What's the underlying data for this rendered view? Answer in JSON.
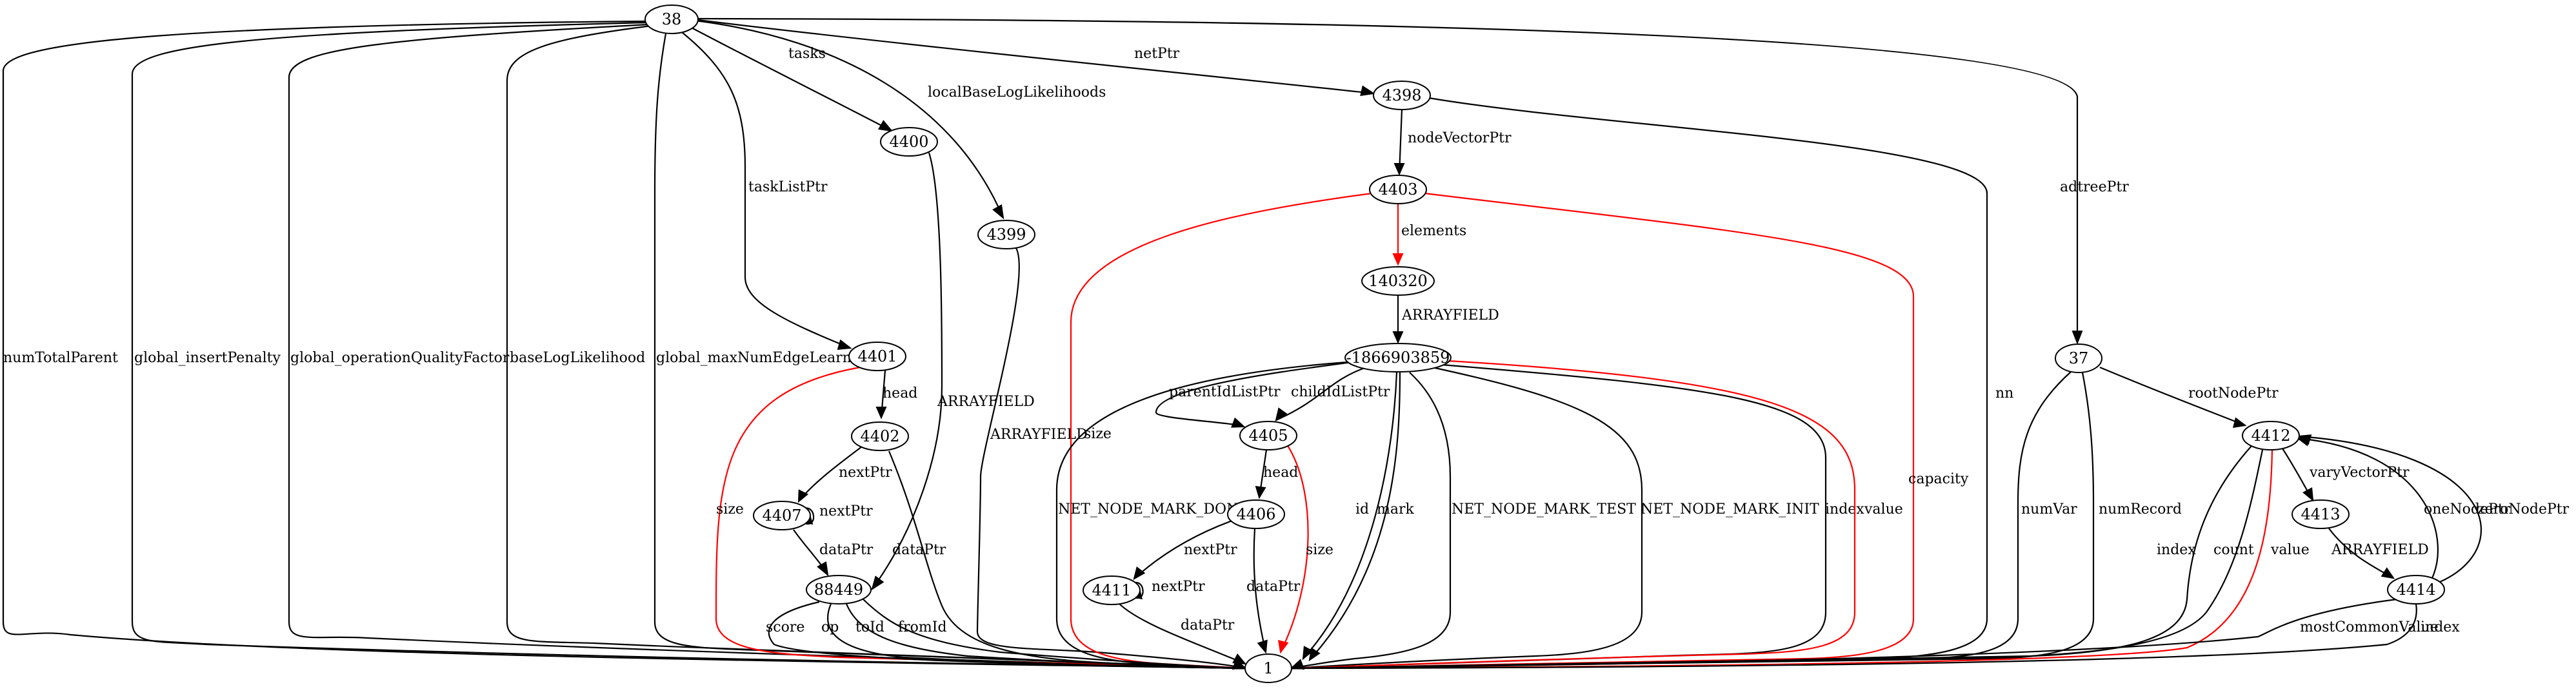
{
  "colors": {
    "default": "#000000",
    "highlight": "#ff0000"
  },
  "nodes": [
    {
      "id": "38",
      "label": "38"
    },
    {
      "id": "1",
      "label": "1"
    },
    {
      "id": "4400",
      "label": "4400"
    },
    {
      "id": "4399",
      "label": "4399"
    },
    {
      "id": "4398",
      "label": "4398"
    },
    {
      "id": "4403",
      "label": "4403"
    },
    {
      "id": "140320",
      "label": "140320"
    },
    {
      "id": "n1866903859",
      "label": "-1866903859"
    },
    {
      "id": "4401",
      "label": "4401"
    },
    {
      "id": "4402",
      "label": "4402"
    },
    {
      "id": "4407",
      "label": "4407"
    },
    {
      "id": "88449",
      "label": "88449"
    },
    {
      "id": "4405",
      "label": "4405"
    },
    {
      "id": "4406",
      "label": "4406"
    },
    {
      "id": "4411",
      "label": "4411"
    },
    {
      "id": "37",
      "label": "37"
    },
    {
      "id": "4412",
      "label": "4412"
    },
    {
      "id": "4413",
      "label": "4413"
    },
    {
      "id": "4414",
      "label": "4414"
    }
  ],
  "edges": [
    {
      "from": "38",
      "to": "1",
      "label": "numTotalParent",
      "color": "default"
    },
    {
      "from": "38",
      "to": "1",
      "label": "global_insertPenalty",
      "color": "default"
    },
    {
      "from": "38",
      "to": "1",
      "label": "global_operationQualityFactor",
      "color": "default"
    },
    {
      "from": "38",
      "to": "1",
      "label": "baseLogLikelihood",
      "color": "default"
    },
    {
      "from": "38",
      "to": "1",
      "label": "global_maxNumEdgeLearned",
      "color": "default"
    },
    {
      "from": "38",
      "to": "4401",
      "label": "taskListPtr",
      "color": "default"
    },
    {
      "from": "38",
      "to": "4400",
      "label": "tasks",
      "color": "default"
    },
    {
      "from": "38",
      "to": "4399",
      "label": "localBaseLogLikelihoods",
      "color": "default"
    },
    {
      "from": "38",
      "to": "4398",
      "label": "netPtr",
      "color": "default"
    },
    {
      "from": "38",
      "to": "37",
      "label": "adtreePtr",
      "color": "default"
    },
    {
      "from": "4400",
      "to": "88449",
      "label": "ARRAYFIELD",
      "color": "default"
    },
    {
      "from": "4399",
      "to": "1",
      "label": "ARRAYFIELD",
      "color": "default"
    },
    {
      "from": "4398",
      "to": "4403",
      "label": "nodeVectorPtr",
      "color": "default"
    },
    {
      "from": "4398",
      "to": "1",
      "label": "nn",
      "color": "default"
    },
    {
      "from": "4403",
      "to": "140320",
      "label": "elements",
      "color": "highlight"
    },
    {
      "from": "4403",
      "to": "1",
      "label": "size",
      "color": "highlight"
    },
    {
      "from": "4403",
      "to": "1",
      "label": "capacity",
      "color": "highlight"
    },
    {
      "from": "140320",
      "to": "n1866903859",
      "label": "ARRAYFIELD",
      "color": "default"
    },
    {
      "from": "n1866903859",
      "to": "4405",
      "label": "parentIdListPtr",
      "color": "default"
    },
    {
      "from": "n1866903859",
      "to": "4405",
      "label": "childIdListPtr",
      "color": "default"
    },
    {
      "from": "n1866903859",
      "to": "1",
      "label": "NET_NODE_MARK_DONE",
      "color": "default"
    },
    {
      "from": "n1866903859",
      "to": "1",
      "label": "id",
      "color": "default"
    },
    {
      "from": "n1866903859",
      "to": "1",
      "label": "mark",
      "color": "default"
    },
    {
      "from": "n1866903859",
      "to": "1",
      "label": "NET_NODE_MARK_TEST",
      "color": "default"
    },
    {
      "from": "n1866903859",
      "to": "1",
      "label": "NET_NODE_MARK_INIT",
      "color": "default"
    },
    {
      "from": "n1866903859",
      "to": "1",
      "label": "index",
      "color": "default"
    },
    {
      "from": "n1866903859",
      "to": "1",
      "label": "value",
      "color": "highlight"
    },
    {
      "from": "4401",
      "to": "4402",
      "label": "head",
      "color": "default"
    },
    {
      "from": "4401",
      "to": "1",
      "label": "size",
      "color": "highlight"
    },
    {
      "from": "4402",
      "to": "4407",
      "label": "nextPtr",
      "color": "default"
    },
    {
      "from": "4402",
      "to": "1",
      "label": "dataPtr",
      "color": "default"
    },
    {
      "from": "4407",
      "to": "4407",
      "label": "nextPtr",
      "color": "default"
    },
    {
      "from": "4407",
      "to": "88449",
      "label": "dataPtr",
      "color": "default"
    },
    {
      "from": "88449",
      "to": "1",
      "label": "score",
      "color": "default"
    },
    {
      "from": "88449",
      "to": "1",
      "label": "op",
      "color": "default"
    },
    {
      "from": "88449",
      "to": "1",
      "label": "toId",
      "color": "default"
    },
    {
      "from": "88449",
      "to": "1",
      "label": "fromId",
      "color": "default"
    },
    {
      "from": "4405",
      "to": "4406",
      "label": "head",
      "color": "default"
    },
    {
      "from": "4405",
      "to": "1",
      "label": "size",
      "color": "highlight"
    },
    {
      "from": "4406",
      "to": "4411",
      "label": "nextPtr",
      "color": "default"
    },
    {
      "from": "4406",
      "to": "1",
      "label": "dataPtr",
      "color": "default"
    },
    {
      "from": "4411",
      "to": "4411",
      "label": "nextPtr",
      "color": "default"
    },
    {
      "from": "4411",
      "to": "1",
      "label": "dataPtr",
      "color": "default"
    },
    {
      "from": "37",
      "to": "1",
      "label": "numVar",
      "color": "default"
    },
    {
      "from": "37",
      "to": "1",
      "label": "numRecord",
      "color": "default"
    },
    {
      "from": "37",
      "to": "4412",
      "label": "rootNodePtr",
      "color": "default"
    },
    {
      "from": "4412",
      "to": "1",
      "label": "index",
      "color": "default"
    },
    {
      "from": "4412",
      "to": "1",
      "label": "count",
      "color": "default"
    },
    {
      "from": "4412",
      "to": "1",
      "label": "value",
      "color": "highlight"
    },
    {
      "from": "4412",
      "to": "4413",
      "label": "varyVectorPtr",
      "color": "default"
    },
    {
      "from": "4413",
      "to": "4414",
      "label": "ARRAYFIELD",
      "color": "default"
    },
    {
      "from": "4414",
      "to": "4412",
      "label": "oneNodePtr",
      "color": "default"
    },
    {
      "from": "4414",
      "to": "4412",
      "label": "zeroNodePtr",
      "color": "default"
    },
    {
      "from": "4414",
      "to": "1",
      "label": "mostCommonValue",
      "color": "default"
    },
    {
      "from": "4414",
      "to": "1",
      "label": "index",
      "color": "default"
    }
  ]
}
